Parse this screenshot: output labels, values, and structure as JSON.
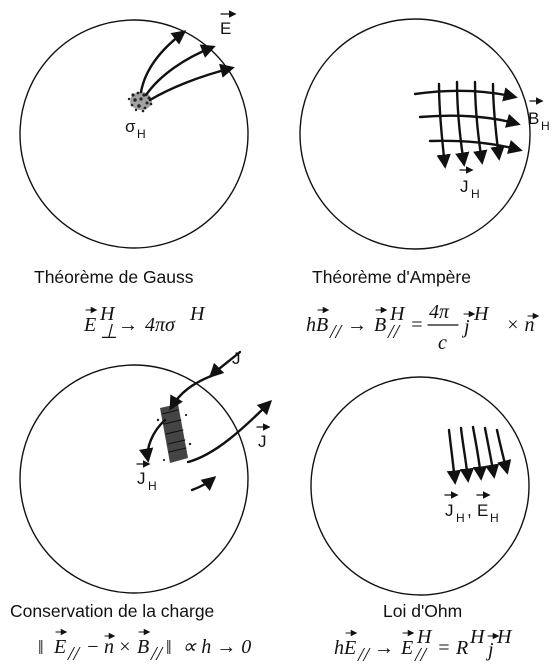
{
  "panels": {
    "gauss": {
      "field_label": "E",
      "charge_label": "σ",
      "charge_sub": "H",
      "caption": "Théorème de Gauss",
      "equation": {
        "lhs": "E",
        "lhs_sub": "⊥",
        "lhs_sup": "H",
        "arrow": "→",
        "rhs": "4πσ",
        "rhs_sup": "H"
      }
    },
    "ampere": {
      "field_label": "B",
      "field_sub": "H",
      "current_label": "J",
      "current_sub": "H",
      "caption": "Théorème d'Ampère",
      "equation": {
        "lhs": "hB",
        "lhs_sub": "//",
        "arrow": "→",
        "mid": "B",
        "mid_sub": "//",
        "mid_sup": "H",
        "eq": "=",
        "frac_num": "4π",
        "frac_den": "c",
        "tail": "j",
        "tail_sup": "H",
        "cross": "× n"
      }
    },
    "charge": {
      "current_in_label": "J",
      "current_out_label": "J",
      "surface_label": "J",
      "surface_sub": "H",
      "caption": "Conservation de la charge",
      "equation": {
        "open": "‖",
        "e": "E",
        "e_sub": "//",
        "minus": "−",
        "n": "n",
        "times": "×",
        "b": "B",
        "b_sub": "//",
        "close": "‖",
        "rel": "∝ h → 0"
      }
    },
    "ohm": {
      "label_j": "J",
      "label_j_sub": "H",
      "sep": ",",
      "label_e": "E",
      "label_e_sub": "H",
      "caption": "Loi d'Ohm",
      "equation": {
        "lhs": "hE",
        "lhs_sub": "//",
        "arrow": "→",
        "mid": "E",
        "mid_sub": "//",
        "mid_sup": "H",
        "eq": "=",
        "r": "R",
        "r_sup": "H",
        "j": "j",
        "j_sup": "H"
      }
    }
  }
}
